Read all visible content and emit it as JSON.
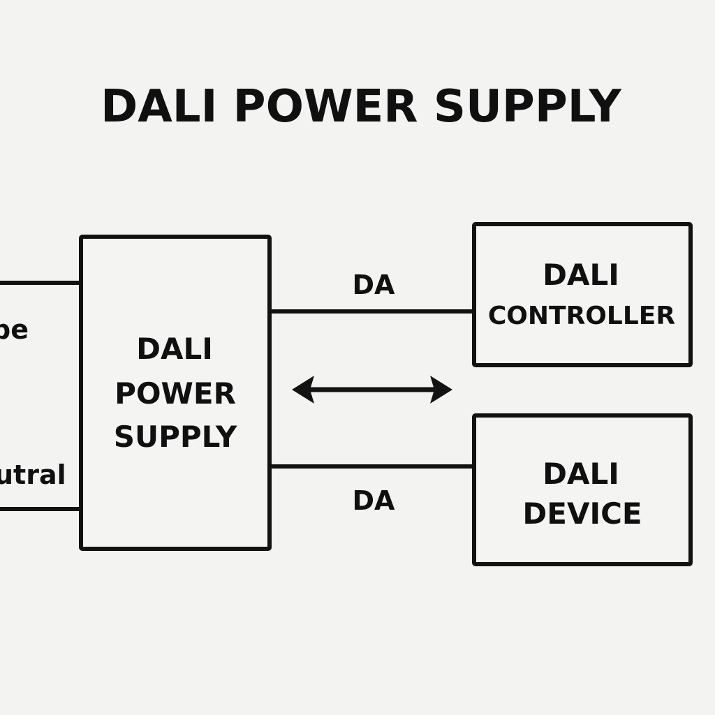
{
  "title": "DALI POWER SUPPLY",
  "colors": {
    "background": "#f3f3f2",
    "ink": "#121212"
  },
  "left_inputs": {
    "top_label_partial": "be",
    "bottom_label_partial": "utral"
  },
  "power_supply_box": {
    "lines": [
      "DALI",
      "POWER",
      "SUPPLY"
    ]
  },
  "bus": {
    "top_label": "DA",
    "bottom_label": "DA",
    "arrow_icon": "double-headed-arrow"
  },
  "controller_box": {
    "lines": [
      "DALI",
      "CONTROLLER"
    ]
  },
  "device_box": {
    "lines": [
      "DALI",
      "DEVICE"
    ]
  }
}
